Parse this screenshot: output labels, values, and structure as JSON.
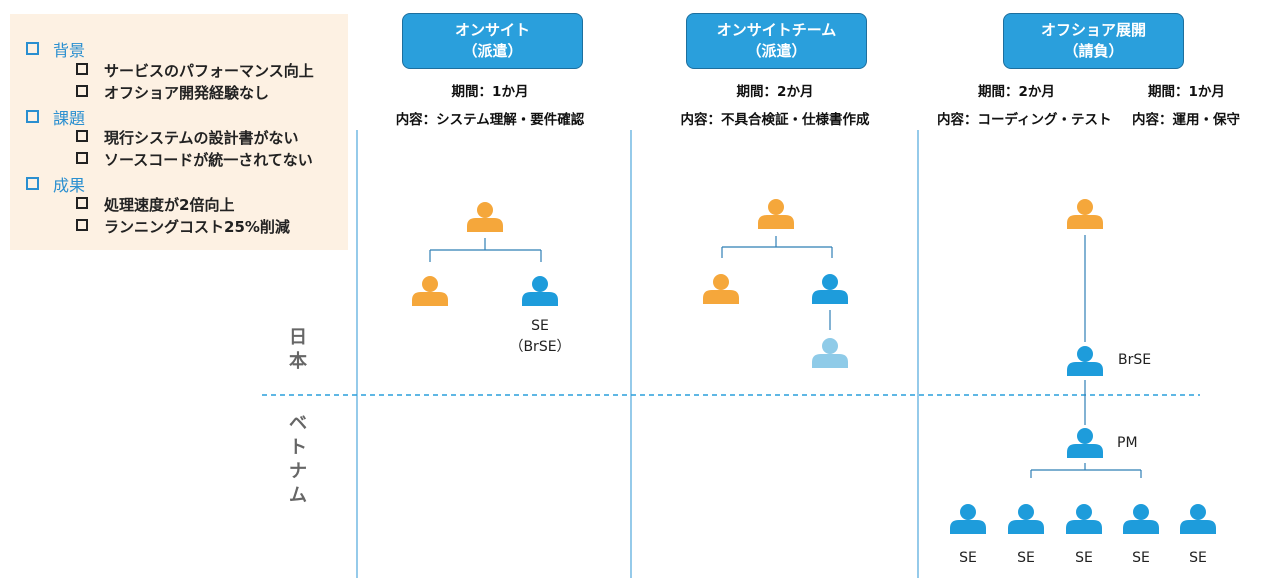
{
  "info": {
    "sections": [
      {
        "title": "背景",
        "items": [
          "サービスのパフォーマンス向上",
          "オフショア開発経験なし"
        ]
      },
      {
        "title": "課題",
        "items": [
          "現行システムの設計書がない",
          "ソースコードが統一されてない"
        ]
      },
      {
        "title": "成果",
        "items": [
          "処理速度が2倍向上",
          "ランニングコスト25%削減"
        ]
      }
    ]
  },
  "columns": [
    {
      "title_line1": "オンサイト",
      "title_line2": "（派遣）",
      "period": "期間：1か月",
      "content": "内容：システム理解・要件確認"
    },
    {
      "title_line1": "オンサイトチーム",
      "title_line2": "（派遣）",
      "period": "期間：2か月",
      "content": "内容：不具合検証・仕様書作成"
    },
    {
      "title_line1": "オフショア展開",
      "title_line2": "（請負）",
      "period_a": "期間：2か月",
      "content_a": "内容：コーディング・テスト",
      "period_b": "期間：1か月",
      "content_b": "内容：運用・保守"
    }
  ],
  "regions": {
    "japan": "日本",
    "vietnam": "ベトナム"
  },
  "roles": {
    "se": "SE",
    "brse_paren": "（BrSE）",
    "brse": "BrSE",
    "pm": "PM"
  },
  "colors": {
    "accent_blue": "#2a9fdc",
    "orange": "#f5a73b",
    "person_blue": "#1e9cdb",
    "person_light": "#8fcbe8",
    "panel_bg": "#fdf1e3"
  }
}
